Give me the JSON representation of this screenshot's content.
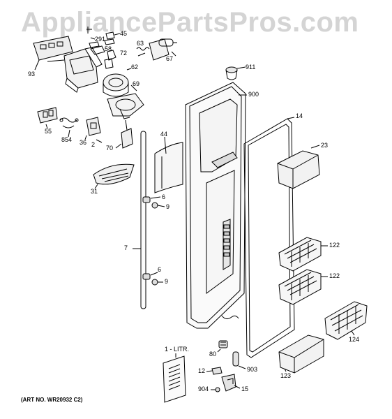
{
  "watermark": "AppliancePartsPros.com",
  "art_number": "(ART NO. WR20932 C2)",
  "callouts": {
    "c93": "93",
    "c291": "291",
    "c45": "45",
    "c58": "58",
    "c72": "72",
    "c63": "63",
    "c67": "67",
    "c62": "62",
    "c69": "69",
    "c55": "55",
    "c854": "854",
    "c36": "36",
    "c2": "2",
    "c70": "70",
    "c44": "44",
    "c31": "31",
    "c6a": "6",
    "c9a": "9",
    "c7": "7",
    "c6b": "6",
    "c9b": "9",
    "c911": "911",
    "c900": "900",
    "c14": "14",
    "c23": "23",
    "c122a": "122",
    "c122b": "122",
    "c124": "124",
    "c123": "123",
    "c1litr": "1 - LITR.",
    "c80": "80",
    "c12": "12",
    "c903": "903",
    "c904": "904",
    "c15": "15"
  }
}
